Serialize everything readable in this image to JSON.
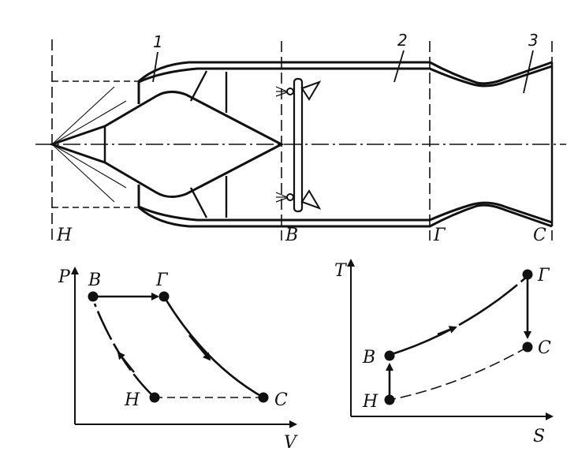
{
  "engine": {
    "stations": {
      "h": "Н",
      "v": "В",
      "g": "Г",
      "c": "С"
    },
    "parts": {
      "p1": "1",
      "p2": "2",
      "p3": "3"
    }
  },
  "pv": {
    "axis_y": "P",
    "axis_x": "V",
    "points": {
      "v": "В",
      "g": "Г",
      "h": "Н",
      "c": "С"
    }
  },
  "ts": {
    "axis_y": "T",
    "axis_x": "S",
    "points": {
      "g": "Г",
      "v": "В",
      "c": "С",
      "h": "Н"
    }
  }
}
